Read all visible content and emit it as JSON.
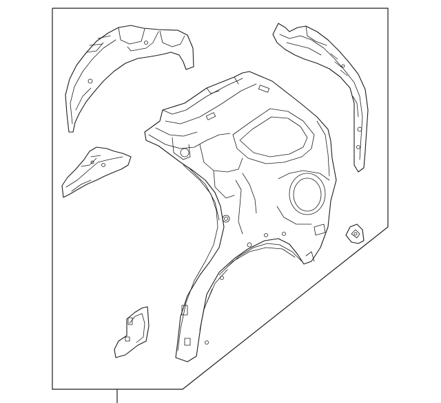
{
  "diagram": {
    "type": "exploded-parts-illustration",
    "background": "#ffffff",
    "line_color": "#1a1a1a",
    "parts": [
      "wheelhouse-liner",
      "inner-wheelhouse-bracket",
      "quarter-panel-assembly",
      "rear-pillar-reinforcement",
      "corner-bracket",
      "small-clip"
    ]
  }
}
